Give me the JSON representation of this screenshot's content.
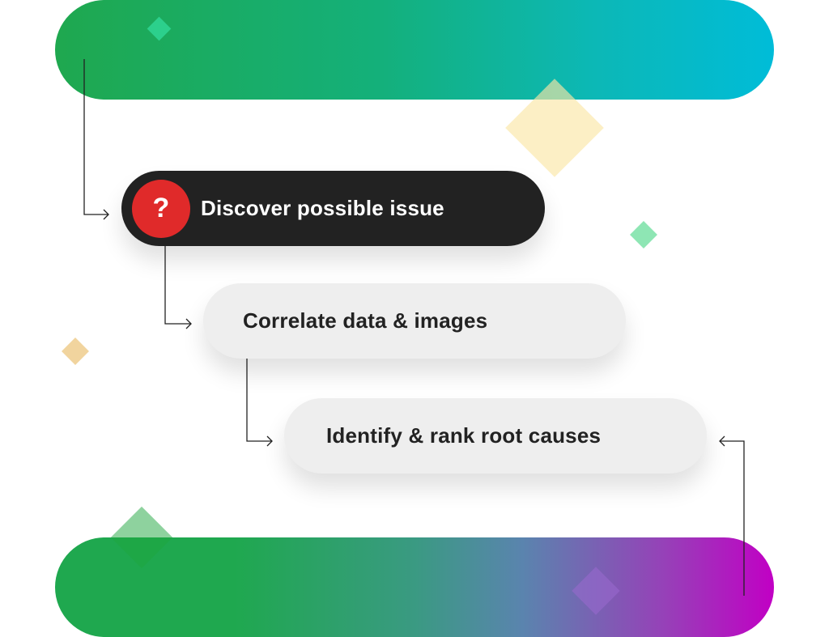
{
  "steps": {
    "discover": {
      "icon": "question-mark-icon",
      "icon_glyph": "?",
      "label": "Discover possible issue"
    },
    "correlate": {
      "label": "Correlate data & images"
    },
    "identify": {
      "label": "Identify & rank root causes"
    }
  },
  "colors": {
    "top_bar_start": "#1fa84f",
    "top_bar_end": "#00bcd8",
    "bottom_bar_start": "#1fa84f",
    "bottom_bar_end": "#c100c4",
    "dark_pill": "#222222",
    "light_pill": "#eeeeee",
    "question_badge": "#e02a2a"
  }
}
